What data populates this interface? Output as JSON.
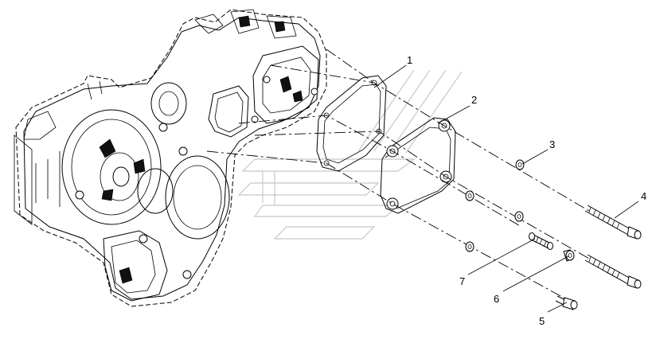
{
  "callouts": [
    {
      "id": "callout-1",
      "label": "1"
    },
    {
      "id": "callout-2",
      "label": "2"
    },
    {
      "id": "callout-3",
      "label": "3"
    },
    {
      "id": "callout-4",
      "label": "4"
    },
    {
      "id": "callout-5",
      "label": "5"
    },
    {
      "id": "callout-6",
      "label": "6"
    },
    {
      "id": "callout-7",
      "label": "7"
    }
  ]
}
